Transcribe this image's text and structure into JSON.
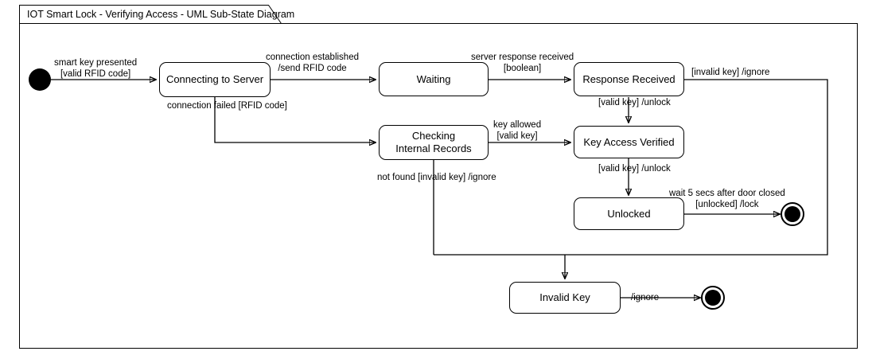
{
  "diagram": {
    "title": "IOT Smart Lock - Verifying Access - UML Sub-State Diagram",
    "type": "UML Sub-State Diagram",
    "states": [
      {
        "id": "connecting",
        "label": "Connecting to Server",
        "kind": "state"
      },
      {
        "id": "waiting",
        "label": "Waiting",
        "kind": "state"
      },
      {
        "id": "response_received",
        "label": "Response Received",
        "kind": "state"
      },
      {
        "id": "checking",
        "label_line1": "Checking",
        "label_line2": "Internal Records",
        "kind": "state"
      },
      {
        "id": "key_access_verified",
        "label": "Key Access Verified",
        "kind": "state"
      },
      {
        "id": "unlocked",
        "label": "Unlocked",
        "kind": "state"
      },
      {
        "id": "invalid_key",
        "label": "Invalid Key",
        "kind": "state"
      },
      {
        "id": "initial",
        "label": "",
        "kind": "initial-pseudostate"
      },
      {
        "id": "final_unlocked",
        "label": "",
        "kind": "final-state"
      },
      {
        "id": "final_invalid",
        "label": "",
        "kind": "final-state"
      }
    ],
    "transitions": {
      "start_to_connecting_line1": "smart key presented",
      "start_to_connecting_line2": "[valid RFID code]",
      "connecting_to_waiting_line1": "connection established",
      "connecting_to_waiting_line2": "/send RFID code",
      "connecting_to_checking": "connection failed [RFID code]",
      "waiting_to_response_line1": "server response received",
      "waiting_to_response_line2": "[boolean]",
      "response_to_invalid": "[invalid key] /ignore",
      "response_to_verified": "[valid key] /unlock",
      "checking_to_verified_line1": "key allowed",
      "checking_to_verified_line2": "[valid key]",
      "checking_to_invalid": "not found [invalid key] /ignore",
      "verified_to_unlocked": "[valid key] /unlock",
      "unlocked_to_final_line1": "wait 5 secs after door closed",
      "unlocked_to_final_line2": "[unlocked] /lock",
      "invalid_to_final": "/ignore"
    },
    "colors": {
      "stroke": "#000000",
      "fill": "#ffffff"
    }
  }
}
